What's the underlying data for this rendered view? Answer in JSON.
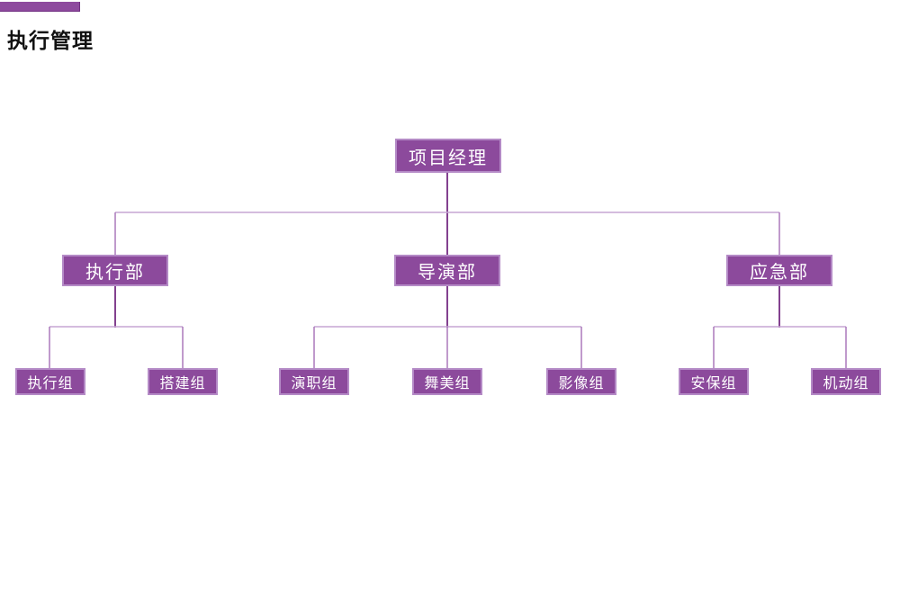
{
  "slide": {
    "title": "执行管理"
  },
  "colors": {
    "accent": "#8e4a9e",
    "node_fill": "#8c4a9c",
    "node_border": "#b48ac6",
    "node_text": "#ffffff",
    "connector_light": "#c6a6d3",
    "connector_mid": "#aa79bb",
    "connector_dark": "#83418f"
  },
  "org_chart": {
    "type": "org-tree",
    "root": {
      "label": "项目经理"
    },
    "departments": [
      {
        "label": "执行部",
        "teams": [
          {
            "label": "执行组"
          },
          {
            "label": "搭建组"
          }
        ]
      },
      {
        "label": "导演部",
        "teams": [
          {
            "label": "演职组"
          },
          {
            "label": "舞美组"
          },
          {
            "label": "影像组"
          }
        ]
      },
      {
        "label": "应急部",
        "teams": [
          {
            "label": "安保组"
          },
          {
            "label": "机动组"
          }
        ]
      }
    ]
  }
}
